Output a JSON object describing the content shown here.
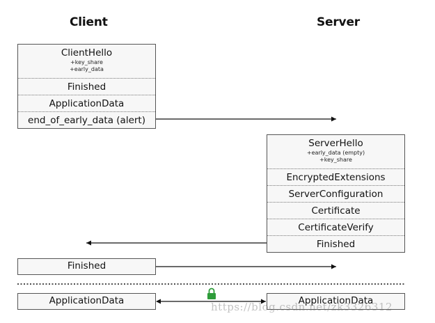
{
  "headers": {
    "client": "Client",
    "server": "Server"
  },
  "client_hello_box": {
    "cells": [
      {
        "label": "ClientHello",
        "extensions": [
          "+key_share",
          "+early_data"
        ]
      },
      {
        "label": "Finished",
        "extensions": []
      },
      {
        "label": "ApplicationData",
        "extensions": []
      },
      {
        "label": "end_of_early_data (alert)",
        "extensions": []
      }
    ]
  },
  "server_hello_box": {
    "cells": [
      {
        "label": "ServerHello",
        "extensions": [
          "+early_data (empty)",
          "+key_share"
        ]
      },
      {
        "label": "EncryptedExtensions",
        "extensions": []
      },
      {
        "label": "ServerConfiguration",
        "extensions": []
      },
      {
        "label": "Certificate",
        "extensions": []
      },
      {
        "label": "CertificateVerify",
        "extensions": []
      },
      {
        "label": "Finished",
        "extensions": []
      }
    ]
  },
  "client_finished": {
    "label": "Finished"
  },
  "client_app_data": {
    "label": "ApplicationData"
  },
  "server_app_data": {
    "label": "ApplicationData"
  },
  "icons": {
    "lock": "lock-icon",
    "lock_color": "#2e9c3a"
  },
  "watermark": "https://blog.csdn.net/zk3326312"
}
